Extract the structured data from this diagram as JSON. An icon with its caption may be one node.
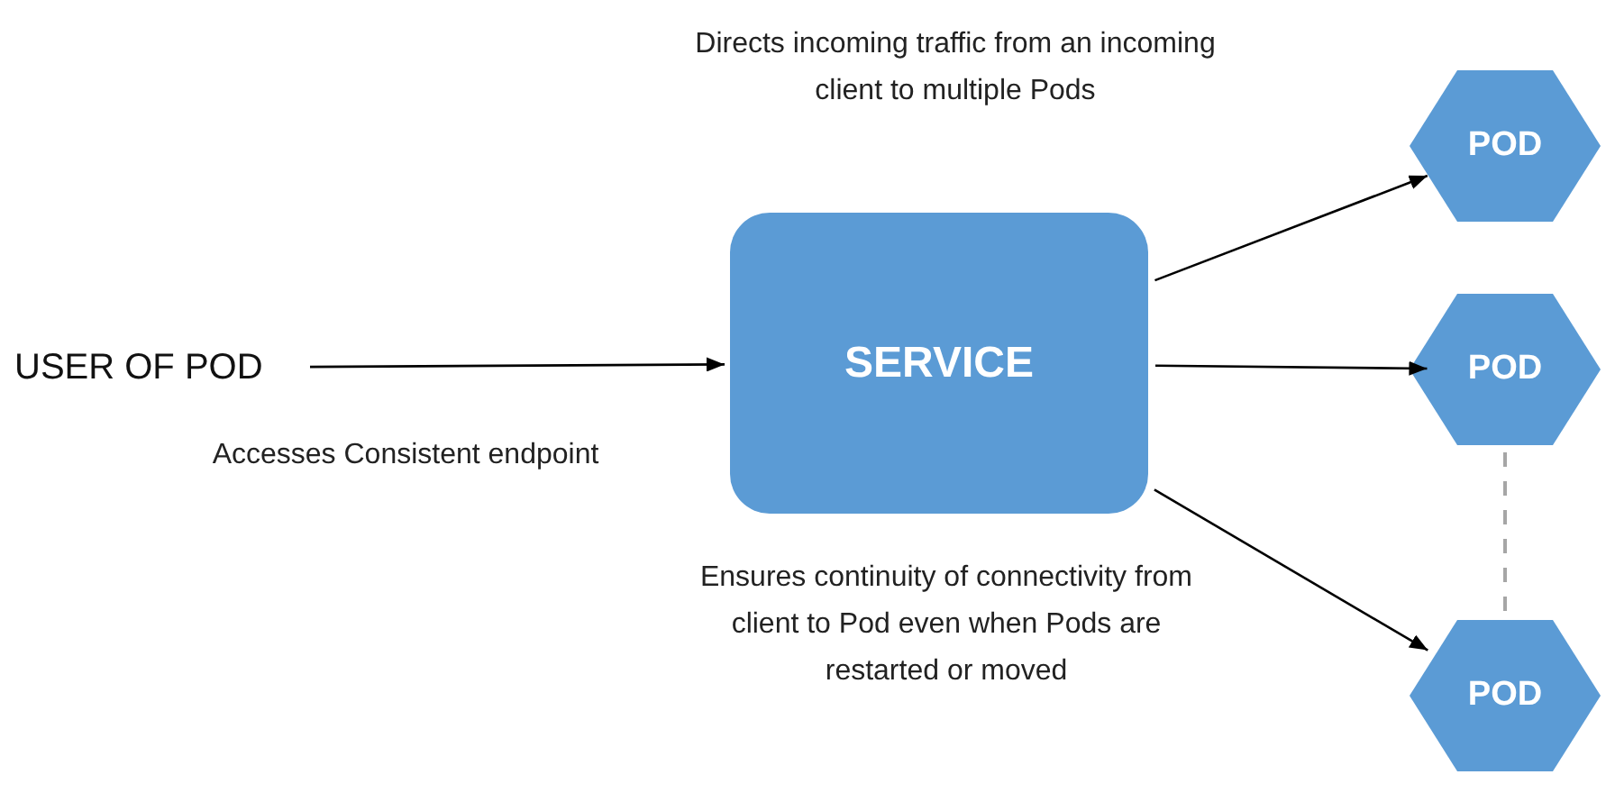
{
  "diagram": {
    "nodes": [
      {
        "text": [
          "USER OF POD"
        ]
      },
      {
        "text": [
          "SERVICE"
        ]
      },
      {
        "text": [
          "POD"
        ]
      },
      {
        "text": [
          "POD"
        ]
      },
      {
        "text": [
          "POD"
        ]
      }
    ],
    "edges": [
      {
        "from": 0,
        "to": 1,
        "arrow": "to"
      },
      {
        "from": 1,
        "to": 2,
        "arrow": "to"
      },
      {
        "from": 1,
        "to": 3,
        "arrow": "to"
      },
      {
        "from": 1,
        "to": 4,
        "arrow": "to"
      },
      {
        "from": 3,
        "to": 4,
        "arrow": "none",
        "style": "dashed",
        "color": "#a6a6a6"
      }
    ],
    "labels": [
      "Directs incoming traffic from an incoming client to multiple Pods",
      "Accesses Consistent endpoint",
      "Ensures continuity of connectivity from client to Pod even when Pods are restarted or moved"
    ]
  }
}
